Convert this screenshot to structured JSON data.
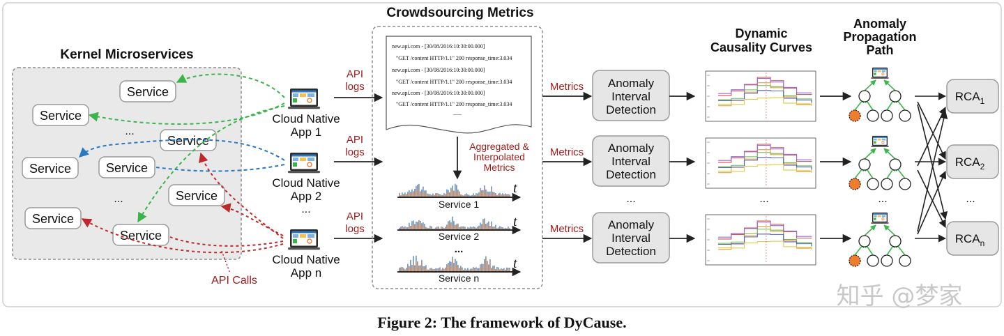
{
  "kernel": {
    "title": "Kernel Microservices",
    "service_label": "Service",
    "ellipsis": "...",
    "api_calls_label": "API Calls"
  },
  "apps": [
    {
      "line1": "Cloud Native",
      "line2": "App 1"
    },
    {
      "line1": "Cloud Native",
      "line2": "App 2"
    },
    {
      "line1": "Cloud Native",
      "line2": "App n"
    }
  ],
  "apps_ellipsis": "...",
  "api_logs": {
    "line1": "API",
    "line2": "logs"
  },
  "crowd": {
    "title": "Crowdsourcing Metrics",
    "log_lines": [
      "new.api.com - [30/08/2016:10:30:00.000]",
      "\"GET /content HTTP/1.1\" 200 response_time:3.034",
      "new.api.com - [30/08/2016:10:30:00.000]",
      "\"GET /content HTTP/1.1\" 200 response_time:3.034",
      "new.api.com - [30/08/2016:10:30:00.000]",
      "\"GET /content HTTP/1.1\" 200 response_time:3.034",
      "......"
    ],
    "aggregated": [
      "Aggregated &",
      "Interpolated",
      "Metrics"
    ],
    "series_labels": [
      "Service 1",
      "Service 2",
      "Service n"
    ],
    "time_symbol": "t",
    "ellipsis": "..."
  },
  "metrics_label": "Metrics",
  "detection": {
    "line1": "Anomaly",
    "line2": "Interval",
    "line3": "Detection"
  },
  "dyn_title": [
    "Dynamic",
    "Causality Curves"
  ],
  "prop_title": [
    "Anomaly",
    "Propagation",
    "Path"
  ],
  "rca": [
    {
      "base": "RCA",
      "sub": "1"
    },
    {
      "base": "RCA",
      "sub": "2"
    },
    {
      "base": "RCA",
      "sub": "n"
    }
  ],
  "ellipsis": "...",
  "caption": "Figure 2:  The framework of DyCause.",
  "watermark": "知乎 @梦家",
  "colors": {
    "green": "#3bb54a",
    "blue": "#2a78c2",
    "red": "#c0292b",
    "label_red": "#a11a1a",
    "orange_node": "#f07d2c",
    "bar_blue": "#7d9fc6",
    "bar_orange": "#e28a4a"
  }
}
